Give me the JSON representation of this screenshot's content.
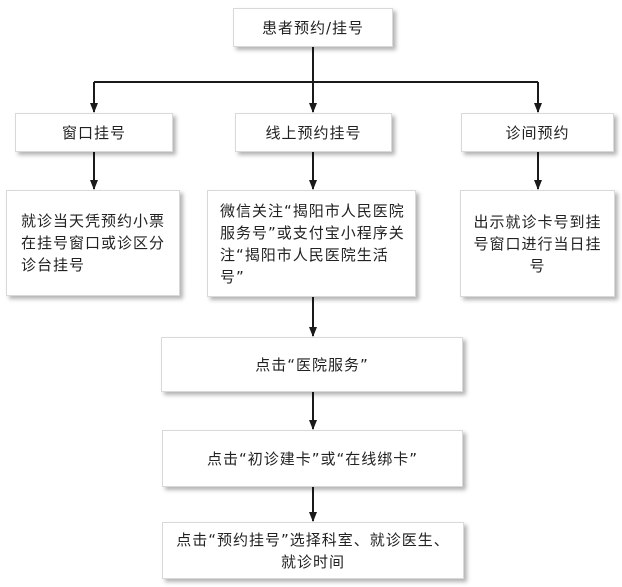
{
  "nodes": {
    "start": "患者预约/挂号",
    "window": "窗口挂号",
    "online": "线上预约挂号",
    "clinic": "诊间预约",
    "window_step": "就诊当天凭预约小票在挂号窗口或诊区分诊台挂号",
    "online_step": "微信关注“揭阳市人民医院服务号”或支付宝小程序关注“揭阳市人民医院生活号”",
    "clinic_step": "出示就诊卡号到挂号窗口进行当日挂号",
    "click_service": "点击“医院服务”",
    "click_card": "点击“初诊建卡”或“在线绑卡”",
    "click_booking": "点击“预约挂号”选择科室、就诊医生、就诊时间"
  },
  "colors": {
    "border": "#d9d9d9",
    "line": "#1a1a1a",
    "text": "#222222"
  }
}
